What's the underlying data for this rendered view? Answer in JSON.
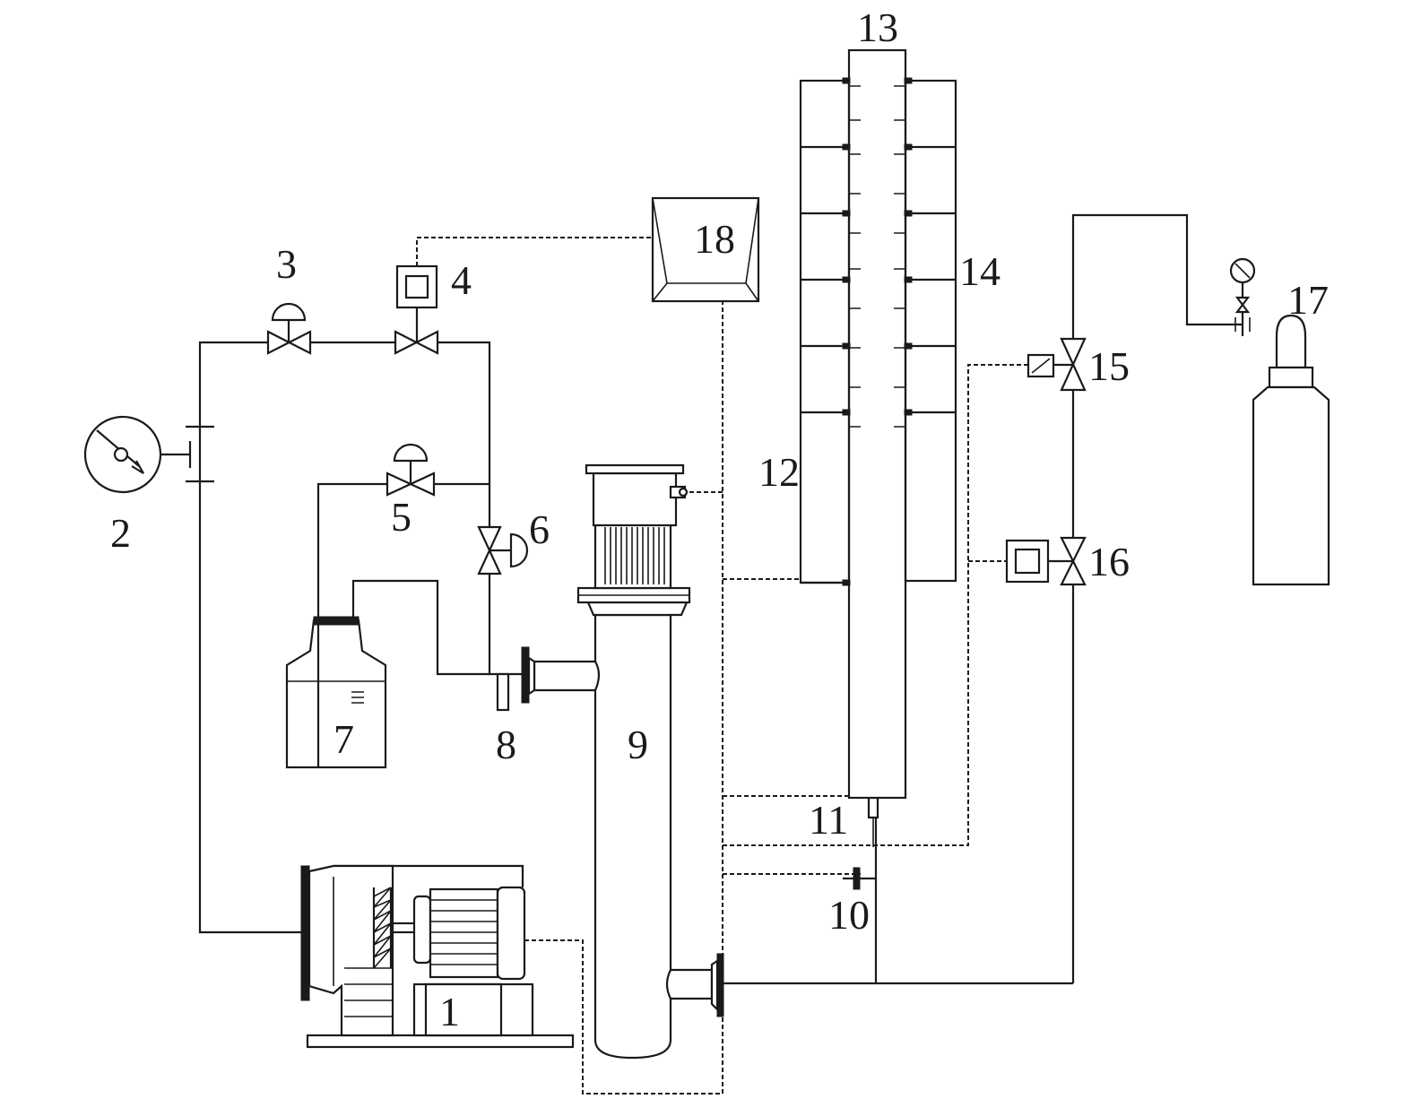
{
  "diagram": {
    "labels": {
      "l1": "1",
      "l2": "2",
      "l3": "3",
      "l4": "4",
      "l5": "5",
      "l6": "6",
      "l7": "7",
      "l8": "8",
      "l9": "9",
      "l10": "10",
      "l11": "11",
      "l12": "12",
      "l13": "13",
      "l14": "14",
      "l15": "15",
      "l16": "16",
      "l17": "17",
      "l18": "18"
    },
    "colors": {
      "line": "#1a1a1a",
      "background": "#ffffff"
    }
  }
}
